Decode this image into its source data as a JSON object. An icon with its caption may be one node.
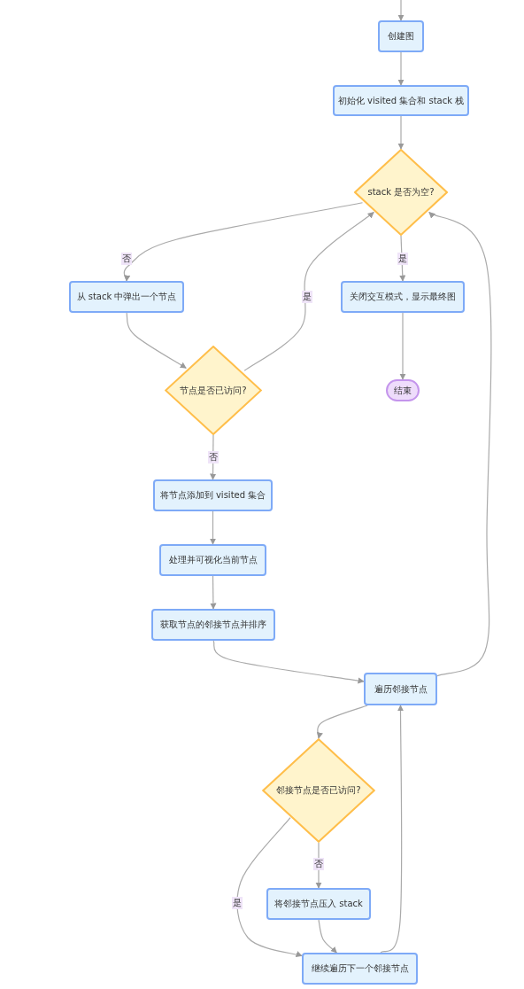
{
  "diagram": {
    "nodes": [
      {
        "text": [
          "创建图"
        ]
      },
      {
        "text": [
          "初始化 visited 集合和 stack 栈"
        ]
      },
      {
        "text": [
          "stack 是否为空?"
        ]
      },
      {
        "text": [
          "从 stack 中弹出一个节点"
        ]
      },
      {
        "text": [
          "关闭交互模式，显示最终图"
        ]
      },
      {
        "text": [
          "节点是否已访问?"
        ]
      },
      {
        "text": [
          "结束"
        ]
      },
      {
        "text": [
          "将节点添加到 visited 集合"
        ]
      },
      {
        "text": [
          "处理并可视化当前节点"
        ]
      },
      {
        "text": [
          "获取节点的邻接节点并排序"
        ]
      },
      {
        "text": [
          "遍历邻接节点"
        ]
      },
      {
        "text": [
          "邻接节点是否已访问?"
        ]
      },
      {
        "text": [
          "将邻接节点压入 stack"
        ]
      },
      {
        "text": [
          "继续遍历下一个邻接节点"
        ]
      }
    ],
    "edges": [
      {
        "from": null,
        "to": 0,
        "arrow": "to"
      },
      {
        "from": 0,
        "to": 1,
        "arrow": "to"
      },
      {
        "from": 1,
        "to": 2,
        "arrow": "to"
      },
      {
        "from": 2,
        "to": 3,
        "label": "否",
        "arrow": "to"
      },
      {
        "from": 2,
        "to": 4,
        "label": "是",
        "arrow": "to"
      },
      {
        "from": 3,
        "to": 5,
        "arrow": "to"
      },
      {
        "from": 5,
        "to": 2,
        "label": "是",
        "arrow": "to"
      },
      {
        "from": 4,
        "to": 6,
        "arrow": "to"
      },
      {
        "from": 5,
        "to": 7,
        "label": "否",
        "arrow": "to"
      },
      {
        "from": 7,
        "to": 8,
        "arrow": "to"
      },
      {
        "from": 8,
        "to": 9,
        "arrow": "to"
      },
      {
        "from": 9,
        "to": 10,
        "arrow": "to"
      },
      {
        "from": 10,
        "to": 2,
        "arrow": "to"
      },
      {
        "from": 10,
        "to": 11,
        "arrow": "to"
      },
      {
        "from": 11,
        "to": 12,
        "label": "否",
        "arrow": "to"
      },
      {
        "from": 11,
        "to": 13,
        "label": "是",
        "arrow": "to"
      },
      {
        "from": 12,
        "to": 13,
        "arrow": "to"
      },
      {
        "from": 13,
        "to": 10,
        "arrow": "to"
      }
    ]
  }
}
